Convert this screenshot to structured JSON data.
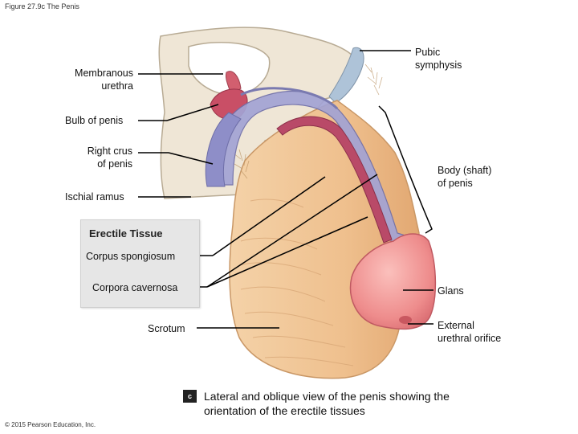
{
  "figure_title": "Figure 27.9c The Penis",
  "copyright": "© 2015 Pearson Education, Inc.",
  "labels": {
    "membranous_urethra": "Membranous\nurethra",
    "bulb_of_penis": "Bulb of penis",
    "right_crus": "Right crus\nof penis",
    "ischial_ramus": "Ischial ramus",
    "pubic_symphysis": "Pubic\nsymphysis",
    "body_shaft": "Body (shaft)\nof penis",
    "glans": "Glans",
    "external_urethral_orifice": "External\nurethral orifice",
    "scrotum": "Scrotum"
  },
  "erectile_tissue": {
    "heading": "Erectile Tissue",
    "corpus_spongiosum": "Corpus spongiosum",
    "corpora_cavernosa": "Corpora cavernosa"
  },
  "caption": {
    "badge": "c",
    "text": "Lateral and oblique view of the penis showing the orientation of the erectile tissues"
  },
  "colors": {
    "skin": "#f0c49a",
    "cavernosa": "#9c9cd0",
    "spongiosum": "#b34a6a",
    "glans": "#ee8e8e",
    "bone": "#efe6d6"
  }
}
